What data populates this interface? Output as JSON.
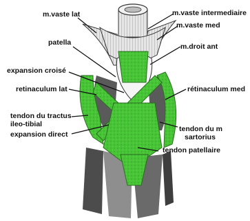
{
  "diagram": {
    "labels": {
      "vaste_lat": "m.vaste lat",
      "vaste_intermediaire": "m.vaste intermediaire",
      "vaste_med": "m.vaste med",
      "patella": "patella",
      "droit_ant": "m.droit ant",
      "expansion_croise": "expansion croisé",
      "retinaculum_lat": "retinaculum lat",
      "retinaculum_med": "rétinaculum med",
      "tractus_line1": "tendon du tractus",
      "tractus_line2": "ileo-tibial",
      "expansion_direct": "expansion direct",
      "sartorius_line1": "tendon du m",
      "sartorius_line2": "sartorius",
      "tendon_patellaire": "tendon patellaire"
    },
    "colors": {
      "tendon_green": "#3fbf2f",
      "bone_dark": "#5a5a5a",
      "muscle_grey": "#cfcfcf"
    }
  }
}
